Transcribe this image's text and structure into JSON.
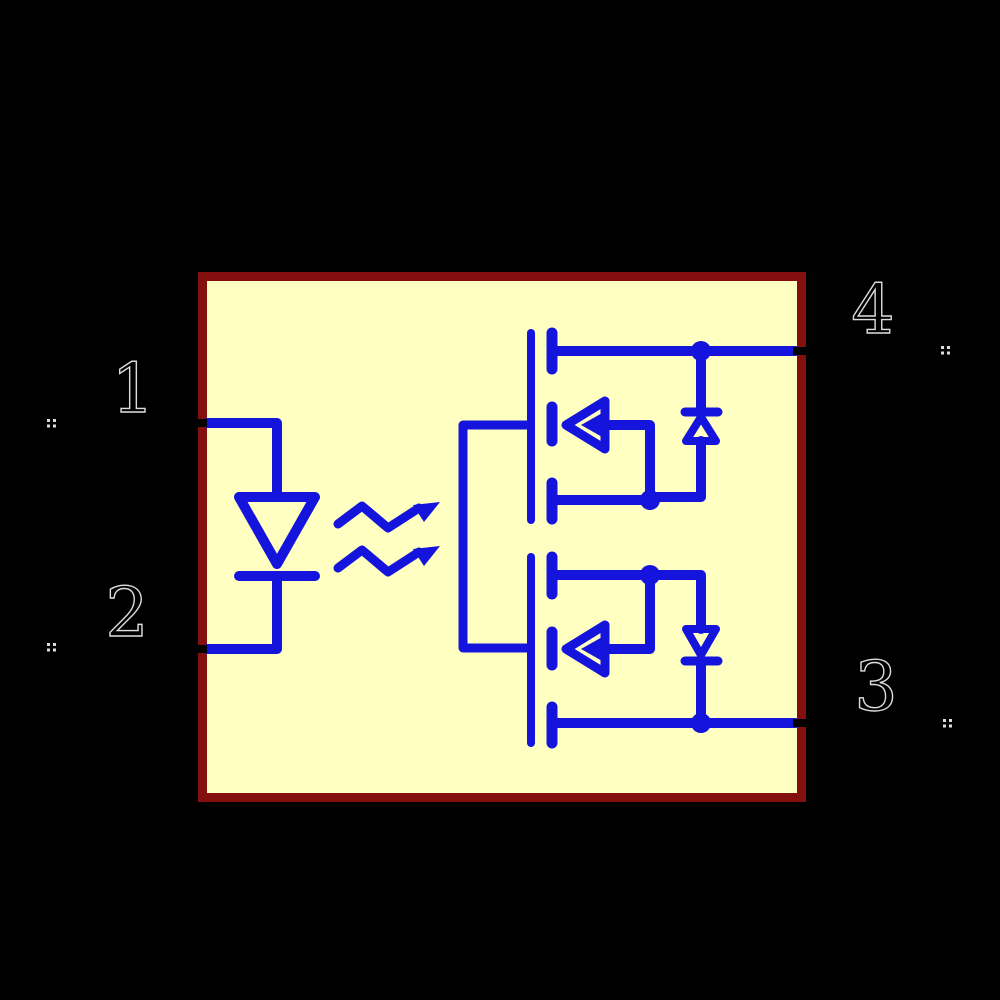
{
  "colors": {
    "background": "#000000",
    "body_fill": "#FFFFC2",
    "body_outline": "#840F0F",
    "graphics": "#1414DC",
    "pin_text": "#DCDCDC",
    "pin_line": "#000000"
  },
  "pins": [
    {
      "number": "1"
    },
    {
      "number": "2"
    },
    {
      "number": "3"
    },
    {
      "number": "4"
    }
  ]
}
